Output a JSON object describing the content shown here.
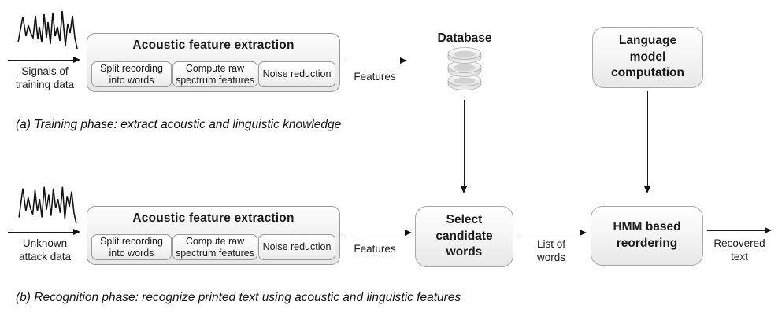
{
  "colors": {
    "background": "#ffffff",
    "box_border": "#9a9a9a",
    "box_fill_top": "#ffffff",
    "box_fill_bottom": "#e6e6e6",
    "arrow": "#1c1c1c",
    "text": "#1a1a1a"
  },
  "icons": {
    "waveform_training": "waveform-icon",
    "waveform_attack": "waveform-icon",
    "database": "database-cylinder-icon"
  },
  "phase_a": {
    "caption": "(a) Training phase: extract acoustic and linguistic knowledge",
    "input_label": "Signals of\ntraining data",
    "acoustic": {
      "title": "Acoustic feature extraction",
      "steps": [
        "Split recording\ninto words",
        "Compute raw\nspectrum features",
        "Noise reduction"
      ]
    },
    "features_label": "Features",
    "database_label": "Database",
    "language_model_label": "Language\nmodel\ncomputation"
  },
  "phase_b": {
    "caption": "(b) Recognition phase: recognize printed text using acoustic and linguistic features",
    "input_label": "Unknown\nattack data",
    "acoustic": {
      "title": "Acoustic feature extraction",
      "steps": [
        "Split recording\ninto words",
        "Compute raw\nspectrum features",
        "Noise reduction"
      ]
    },
    "features_label": "Features",
    "select_candidate_label": "Select\ncandidate\nwords",
    "list_of_words_label": "List of\nwords",
    "hmm_label": "HMM based\nreordering",
    "recovered_label": "Recovered\ntext"
  }
}
